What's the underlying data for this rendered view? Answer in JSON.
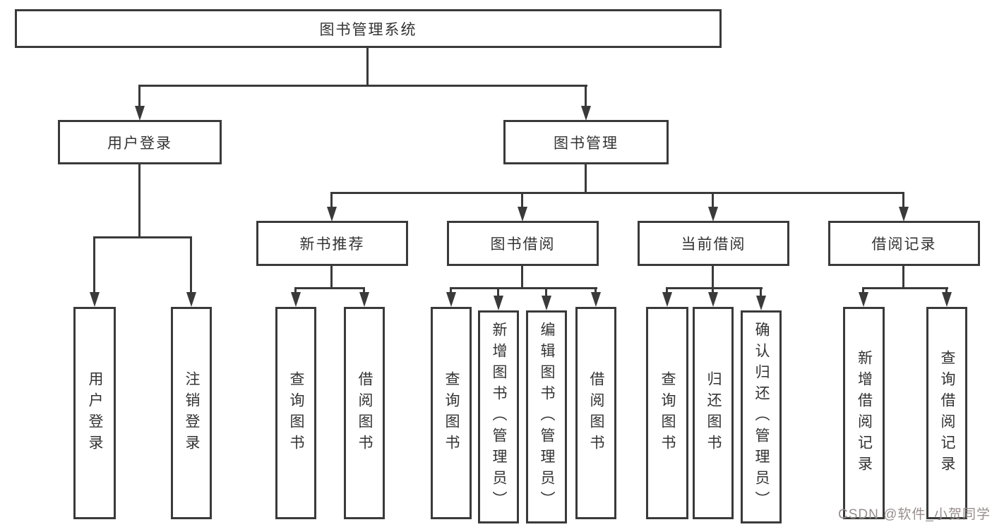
{
  "colors": {
    "line": "#3a3a3a",
    "text": "#333333",
    "watermark": "#998d8d",
    "background": "#ffffff"
  },
  "watermark": {
    "text": "CSDN @软件_小贺同学"
  },
  "tree": {
    "label": "图书管理系统",
    "children": [
      {
        "label": "用户登录",
        "children": [
          {
            "label": "用户登录"
          },
          {
            "label": "注销登录"
          }
        ]
      },
      {
        "label": "图书管理",
        "children": [
          {
            "label": "新书推荐",
            "children": [
              {
                "label": "查询图书"
              },
              {
                "label": "借阅图书"
              }
            ]
          },
          {
            "label": "图书借阅",
            "children": [
              {
                "label": "查询图书"
              },
              {
                "label": "新增图书（管理员）"
              },
              {
                "label": "编辑图书（管理员）"
              },
              {
                "label": "借阅图书"
              }
            ]
          },
          {
            "label": "当前借阅",
            "children": [
              {
                "label": "查询图书"
              },
              {
                "label": "归还图书"
              },
              {
                "label": "确认归还（管理员）"
              }
            ]
          },
          {
            "label": "借阅记录",
            "children": [
              {
                "label": "新增借阅记录"
              },
              {
                "label": "查询借阅记录"
              }
            ]
          }
        ]
      }
    ]
  }
}
